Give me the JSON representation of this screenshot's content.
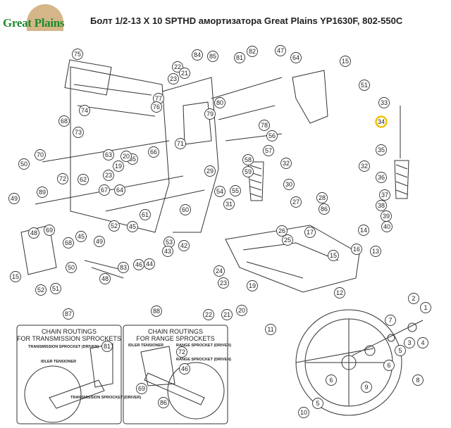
{
  "header": {
    "brand": "Great Plains",
    "title": "Болт 1/2-13 X 10 SPTHD амортизатора Great Plains YP1630F, 802-550C"
  },
  "highlight_color": "#f2c200",
  "highlighted_part": "34",
  "callouts": [
    "75",
    "84",
    "85",
    "81",
    "82",
    "47",
    "64",
    "15",
    "22",
    "21",
    "23",
    "77",
    "76",
    "80",
    "79",
    "78",
    "51",
    "33",
    "34",
    "35",
    "32",
    "36",
    "37",
    "38",
    "39",
    "40",
    "74",
    "68",
    "73",
    "70",
    "50",
    "71",
    "66",
    "65",
    "63",
    "20",
    "19",
    "23",
    "72",
    "62",
    "67",
    "64",
    "29",
    "56",
    "57",
    "58",
    "59",
    "32",
    "54",
    "55",
    "30",
    "31",
    "28",
    "27",
    "86",
    "49",
    "89",
    "69",
    "48",
    "68",
    "45",
    "53",
    "61",
    "60",
    "52",
    "49",
    "45",
    "42",
    "43",
    "44",
    "46",
    "83",
    "48",
    "50",
    "15",
    "52",
    "51",
    "17",
    "14",
    "16",
    "13",
    "25",
    "26",
    "15",
    "24",
    "23",
    "12",
    "22",
    "21",
    "20",
    "19",
    "11",
    "2",
    "1",
    "7",
    "3",
    "4",
    "5",
    "6",
    "9",
    "8",
    "6",
    "5",
    "10",
    "87",
    "88"
  ],
  "insets": [
    {
      "title_line1": "CHAIN ROUTINGS",
      "title_line2": "FOR TRANSMISSION SPROCKETS",
      "labels": [
        "TRANSMISSION SPROCKET (DRIVEN)",
        "IDLER TENSIONER",
        "TRANSMISSION SPROCKET (DRIVER)"
      ],
      "callouts": [
        "81"
      ]
    },
    {
      "title_line1": "CHAIN ROUTINGS",
      "title_line2": "FOR RANGE SPROCKETS",
      "labels": [
        "IDLER TENSIONER",
        "RANGE SPROCKET (DRIVER)",
        "RANGE SPROCKET (DRIVEN)"
      ],
      "callouts": [
        "72",
        "46",
        "69",
        "86"
      ]
    }
  ]
}
